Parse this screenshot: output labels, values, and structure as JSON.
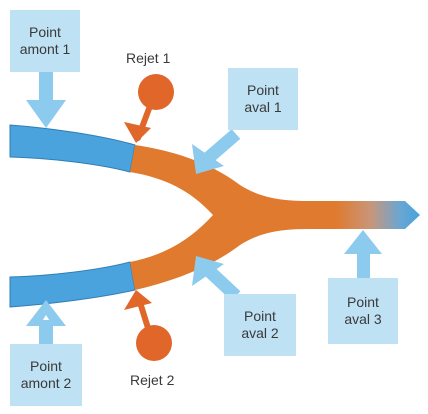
{
  "labels": {
    "upstream_1": "Point\namont 1",
    "upstream_2": "Point\namont 2",
    "downstream_1": "Point\naval 1",
    "downstream_2": "Point\naval 2",
    "downstream_3": "Point\naval 3",
    "discharge_1": "Rejet 1",
    "discharge_2": "Rejet 2"
  },
  "colors": {
    "clean_water": "#4aa3dd",
    "polluted_water": "#e07a2e",
    "label_box": "#bfe1f4",
    "arrow_blue": "#8ccbee",
    "discharge": "#e0662a"
  }
}
